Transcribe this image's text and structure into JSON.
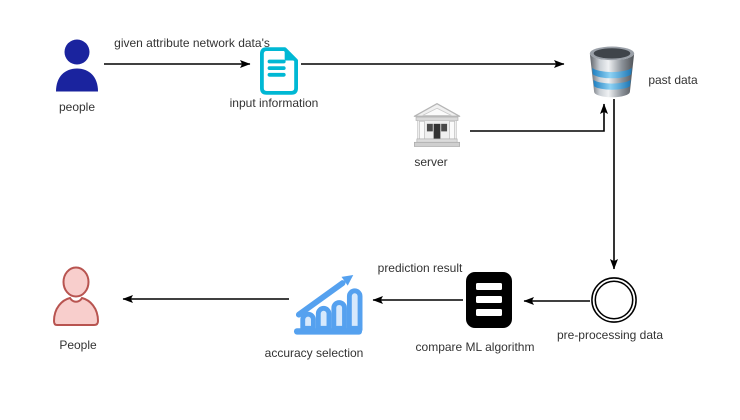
{
  "diagram": {
    "background_color": "#ffffff",
    "text_color": "#333333",
    "nodes": {
      "people_source": {
        "label": "people",
        "icon": "user-filled",
        "color": "#1A239E"
      },
      "input_information": {
        "label": "input information",
        "icon": "document-lines",
        "color": "#00B8D4"
      },
      "past_data": {
        "label": "past data",
        "icon": "database-cylinder",
        "body_color": "#9AA0A8",
        "stripe_color": "#2F89C5"
      },
      "server": {
        "label": "server",
        "icon": "bank-building",
        "color": "#D9D9D9"
      },
      "pre_processing": {
        "label": "pre-processing data",
        "icon": "double-circle",
        "color": "#000000"
      },
      "compare_ml": {
        "label": "compare ML algorithm",
        "icon": "list-card",
        "color": "#000000"
      },
      "accuracy_selection": {
        "label": "accuracy selection",
        "icon": "growth-bar-chart",
        "color": "#55A1EF"
      },
      "people_result": {
        "label": "People",
        "icon": "user-outline",
        "fill": "#F8CECC",
        "stroke": "#B85450"
      }
    },
    "edges": [
      {
        "from": "people",
        "to": "input information",
        "label": "given attribute network data's",
        "direction": "right"
      },
      {
        "from": "input information",
        "to": "past data",
        "label": "",
        "direction": "right"
      },
      {
        "from": "server",
        "to": "past data",
        "label": "",
        "direction": "right-then-up"
      },
      {
        "from": "past data",
        "to": "pre-processing data",
        "label": "",
        "direction": "down"
      },
      {
        "from": "pre-processing data",
        "to": "compare ML algorithm",
        "label": "",
        "direction": "left"
      },
      {
        "from": "compare ML algorithm",
        "to": "accuracy selection",
        "label": "prediction result",
        "direction": "left"
      },
      {
        "from": "accuracy selection",
        "to": "People",
        "label": "",
        "direction": "left"
      }
    ]
  }
}
